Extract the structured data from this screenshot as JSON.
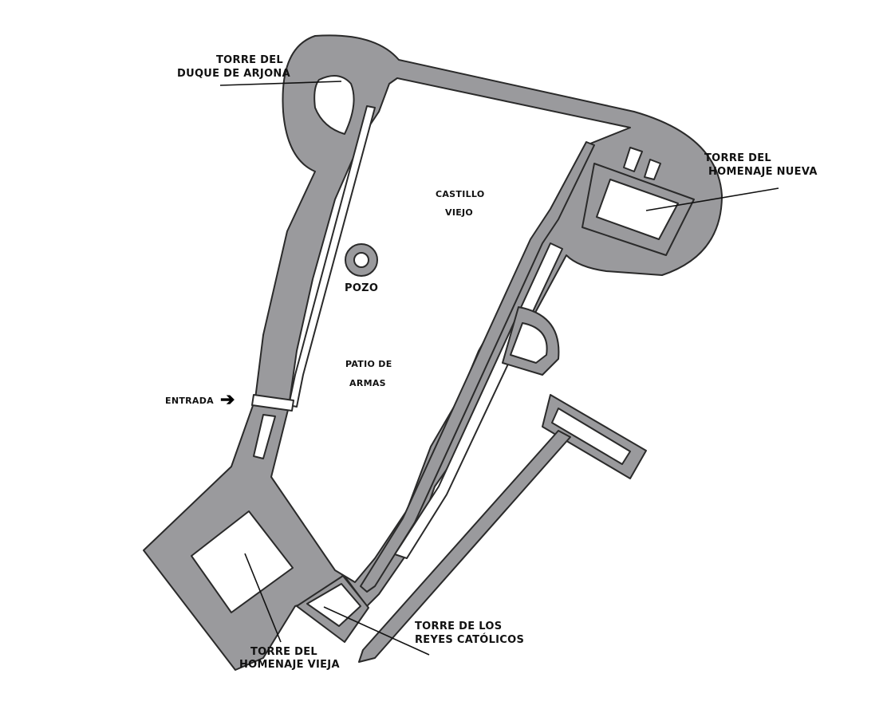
{
  "labels": {
    "duque": [
      "TORRE DEL",
      "DUQUE DE ARJONA"
    ],
    "homenaje_nueva": [
      "TORRE DEL",
      "HOMENAJE NUEVA"
    ],
    "castillo": [
      "CASTILLO",
      "VIEJO"
    ],
    "pozo": "POZO",
    "patio": [
      "PATIO DE",
      "ARMAS"
    ],
    "entrada": "ENTRADA",
    "reyes": [
      "TORRE DE LOS",
      "REYES CATÓLICOS"
    ],
    "homenaje_vieja": [
      "TORRE DEL",
      "HOMENAJE VIEJA"
    ]
  },
  "icons": {
    "entrada_arrow": "right-arrow-icon"
  },
  "colors": {
    "wall": "#9a9a9d",
    "outline": "#2a2a2a",
    "text": "#111111"
  }
}
